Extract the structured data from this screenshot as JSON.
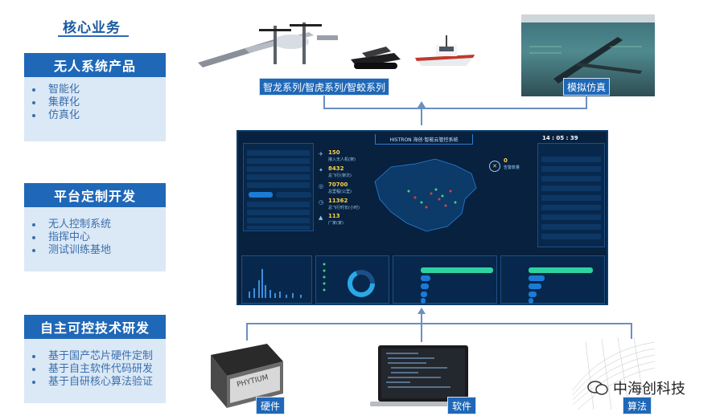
{
  "core": {
    "title": "核心业务"
  },
  "sections": [
    {
      "title": "无人系统产品",
      "items": [
        "智能化",
        "集群化",
        "仿真化"
      ]
    },
    {
      "title": "平台定制开发",
      "items": [
        "无人控制系统",
        "指挥中心",
        "测试训练基地"
      ]
    },
    {
      "title": "自主可控技术研发",
      "items": [
        "基于国产芯片硬件定制",
        "基于自主软件代码研发",
        "基于自研核心算法验证"
      ]
    }
  ],
  "top_labels": {
    "series": "智龙系列/智虎系列/智蛟系列",
    "simulation": "模拟仿真"
  },
  "bottom_labels": {
    "hardware": "硬件",
    "software": "软件",
    "algorithm": "算法"
  },
  "chip_brand": "PHYTIUM",
  "dashboard": {
    "title": "HISTRON 海创·智能云管控系统",
    "clock": "14 : 05 : 39",
    "stats": [
      {
        "value": "150",
        "label": "接入无人机(架)"
      },
      {
        "value": "8432",
        "label": "总飞行(架次)"
      },
      {
        "value": "70700",
        "label": "总里程(公里)"
      },
      {
        "value": "11362",
        "label": "总飞行时长(小时)"
      },
      {
        "value": "113",
        "label": "厂家(家)"
      }
    ],
    "alert": "0",
    "alert_label": "告警数量"
  },
  "watermark": "中海创科技",
  "colors": {
    "primary": "#1f68b8",
    "panel_bg": "#dbe8f5",
    "dash_bg": "#07213f",
    "accent": "#ffd24a"
  }
}
